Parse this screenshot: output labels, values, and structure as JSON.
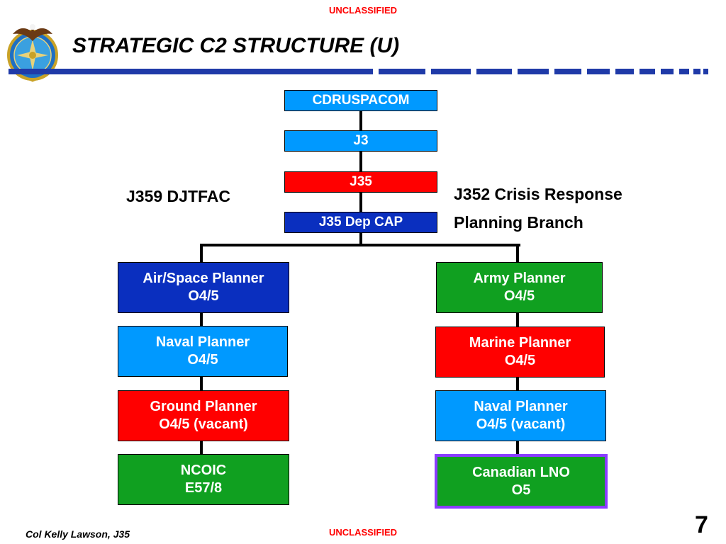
{
  "classification": {
    "top": "UNCLASSIFIED",
    "bottom": "UNCLASSIFIED"
  },
  "title": "STRATEGIC C2 STRUCTURE (U)",
  "colors": {
    "light_blue": "#0099ff",
    "dark_blue": "#0a2fbf",
    "red": "#ff0000",
    "green": "#10a020",
    "purple_border": "#8a3cff",
    "title_bar": "#1f3aa8",
    "classification_text": "#ff0000"
  },
  "chain": {
    "cdr": "CDRUSPACOM",
    "j3": "J3",
    "j35": "J35",
    "dep": "J35 Dep CAP"
  },
  "labels": {
    "left": "J359 DJTFAC",
    "right_line1": "J352 Crisis Response",
    "right_line2": "Planning Branch"
  },
  "left_column": [
    {
      "line1": "Air/Space Planner",
      "line2": "O4/5"
    },
    {
      "line1": "Naval Planner",
      "line2": "O4/5"
    },
    {
      "line1": "Ground Planner",
      "line2": "O4/5 (vacant)"
    },
    {
      "line1": "NCOIC",
      "line2": "E57/8"
    }
  ],
  "right_column": [
    {
      "line1": "Army Planner",
      "line2": "O4/5"
    },
    {
      "line1": "Marine Planner",
      "line2": "O4/5"
    },
    {
      "line1": "Naval Planner",
      "line2": "O4/5 (vacant)"
    },
    {
      "line1": "Canadian LNO",
      "line2": "O5"
    }
  ],
  "footer": {
    "author": "Col Kelly Lawson, J35",
    "page": "7"
  }
}
